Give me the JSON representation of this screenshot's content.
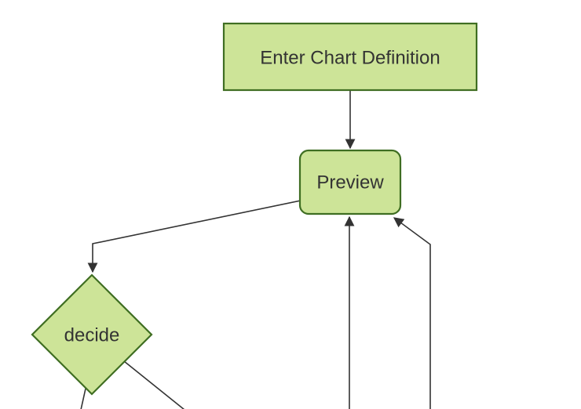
{
  "diagram": {
    "type": "flowchart",
    "direction": "top-down",
    "nodes": [
      {
        "id": "A",
        "label": "Enter Chart Definition",
        "shape": "rectangle"
      },
      {
        "id": "B",
        "label": "Preview",
        "shape": "rounded-rectangle"
      },
      {
        "id": "C",
        "label": "decide",
        "shape": "diamond"
      }
    ],
    "edges": [
      {
        "from": "Enter Chart Definition",
        "to": "Preview",
        "arrowhead": true
      },
      {
        "from": "Preview",
        "to": "decide",
        "arrowhead": true
      },
      {
        "from": "offscreen-bottom-center",
        "to": "Preview",
        "arrowhead": true
      },
      {
        "from": "offscreen-bottom-right",
        "to": "Preview",
        "arrowhead": true
      },
      {
        "from": "decide",
        "to": "offscreen-bottom-left",
        "arrowhead": false
      },
      {
        "from": "decide",
        "to": "offscreen-bottom-right",
        "arrowhead": false
      }
    ],
    "colors": {
      "background": "#ffffff",
      "node_fill": "#cde498",
      "node_border": "#3f6e22",
      "edge": "#333333",
      "text": "#333333",
      "arrowhead": "#333333"
    }
  }
}
